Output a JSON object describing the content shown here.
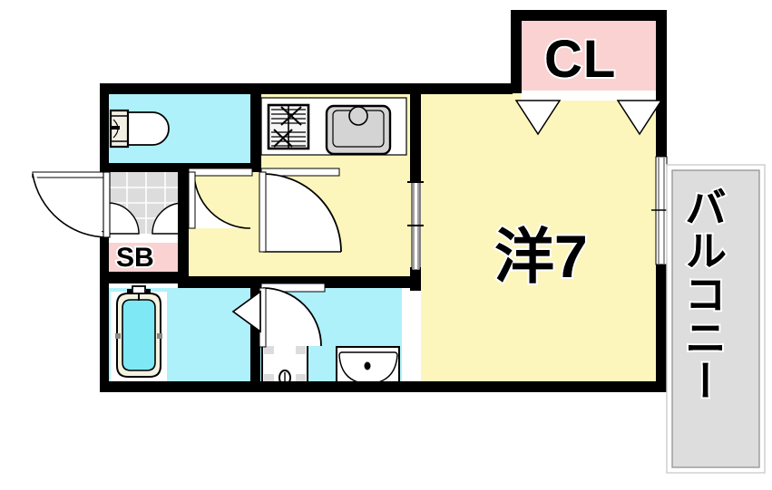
{
  "plan": {
    "type": "japanese-apartment-floor-plan",
    "layout_code": "1K",
    "rooms": [
      {
        "id": "closet",
        "label": "CL",
        "name": "closet",
        "fill": "#fad2d2",
        "note": "folding doors"
      },
      {
        "id": "main-room",
        "label": "洋7",
        "name": "western-style-room",
        "size_tatami": 7,
        "fill": "#fcf6bd"
      },
      {
        "id": "balcony",
        "label": "バルコニー",
        "name": "balcony",
        "fill": "#dddddd"
      },
      {
        "id": "shoe-box",
        "label": "SB",
        "name": "shoe-box",
        "fill": "#fad2d2"
      },
      {
        "id": "toilet",
        "label": "",
        "name": "toilet-room",
        "fill": "#aef1fb"
      },
      {
        "id": "bathroom",
        "label": "",
        "name": "bathroom",
        "fill": "#aef1fb"
      },
      {
        "id": "kitchen",
        "label": "",
        "name": "kitchen-hallway",
        "fill": "#fcf6bd"
      },
      {
        "id": "entrance",
        "label": "",
        "name": "entrance-genkan",
        "fill": "#e0e0e0"
      }
    ],
    "fixtures": [
      {
        "name": "toilet",
        "room": "toilet-room"
      },
      {
        "name": "bathtub",
        "room": "bathroom"
      },
      {
        "name": "gas-stove",
        "burners": 2,
        "room": "kitchen"
      },
      {
        "name": "kitchen-sink",
        "room": "kitchen"
      },
      {
        "name": "washing-machine-pan",
        "room": "bathroom"
      },
      {
        "name": "wash-basin",
        "room": "bathroom"
      },
      {
        "name": "shoe-box",
        "room": "entrance"
      }
    ],
    "doors": [
      {
        "name": "entrance-door",
        "type": "swing"
      },
      {
        "name": "toilet-door",
        "type": "swing"
      },
      {
        "name": "kitchen-door",
        "type": "swing"
      },
      {
        "name": "bathroom-door",
        "type": "swing"
      },
      {
        "name": "washroom-folding-door",
        "type": "folding"
      },
      {
        "name": "room-sliding-door",
        "type": "sliding"
      },
      {
        "name": "balcony-sliding-door",
        "type": "sliding"
      },
      {
        "name": "closet-folding-doors",
        "type": "folding",
        "count": 2
      }
    ],
    "colors": {
      "wall": "#000000",
      "room_yellow": "#fcf6bd",
      "water_blue": "#aef1fb",
      "closet_pink": "#fad2d2",
      "balcony_gray": "#dddddd",
      "tile_gray": "#dcdcdc",
      "fixture_gray": "#d4d4d4",
      "tub_water": "#7fe8f5",
      "background": "#ffffff"
    }
  }
}
